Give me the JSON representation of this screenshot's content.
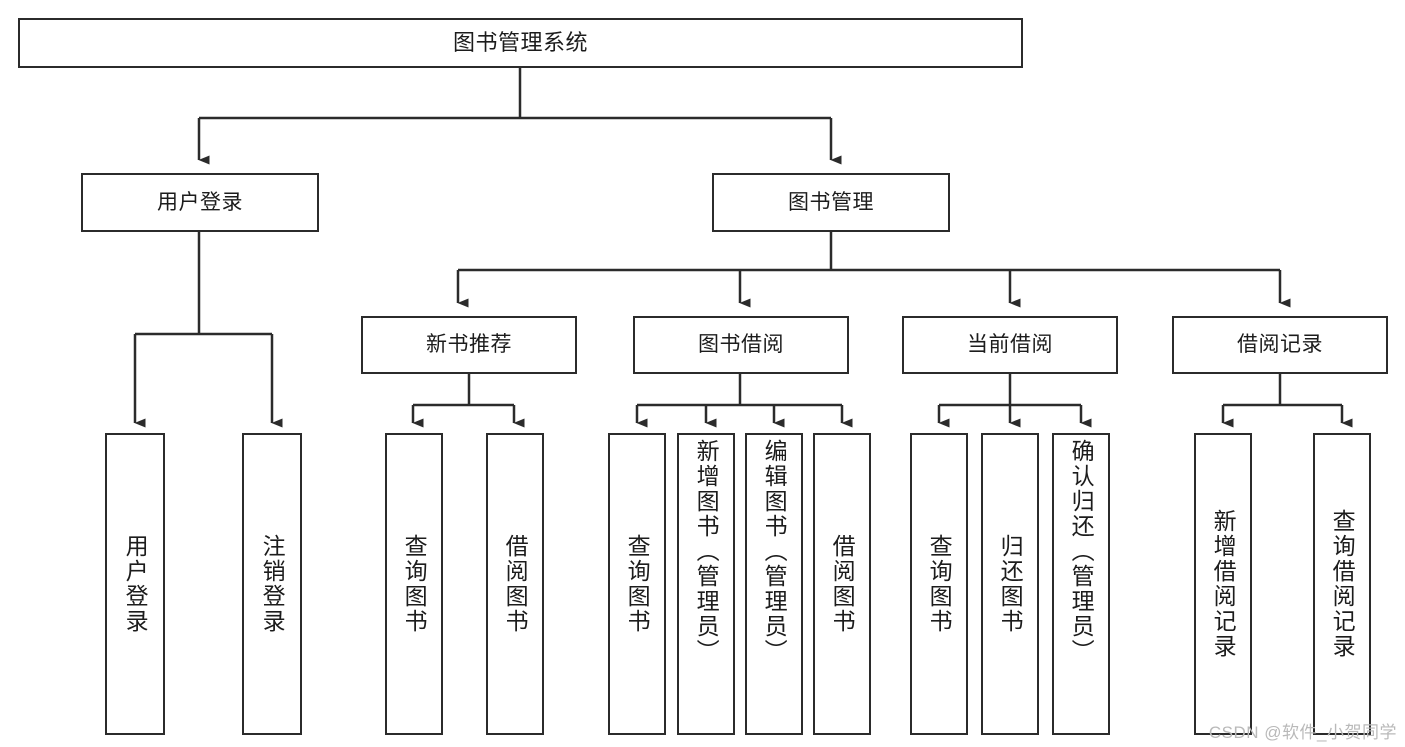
{
  "diagram": {
    "title": "图书管理系统",
    "type": "tree-diagram",
    "watermark": "CSDN @软件_小贺同学",
    "colors": {
      "stroke": "#2b2b2b",
      "fill": "#ffffff",
      "text": "#1c1c1c",
      "watermark": "#b9b9b9"
    },
    "levels": {
      "root": {
        "label": "图书管理系统"
      },
      "level2": [
        {
          "label": "用户登录"
        },
        {
          "label": "图书管理"
        }
      ],
      "level3": [
        {
          "label": "新书推荐"
        },
        {
          "label": "图书借阅"
        },
        {
          "label": "当前借阅"
        },
        {
          "label": "借阅记录"
        }
      ],
      "leaves": {
        "user_login": [
          {
            "label": "用户登录"
          },
          {
            "label": "注销登录"
          }
        ],
        "new_book_rec": [
          {
            "label": "查询图书"
          },
          {
            "label": "借阅图书"
          }
        ],
        "book_borrow": [
          {
            "label": "查询图书"
          },
          {
            "label": "新增图书（管理员）"
          },
          {
            "label": "编辑图书（管理员）"
          },
          {
            "label": "借阅图书"
          }
        ],
        "current_borrow": [
          {
            "label": "查询图书"
          },
          {
            "label": "归还图书"
          },
          {
            "label": "确认归还（管理员）"
          }
        ],
        "borrow_record": [
          {
            "label": "新增借阅记录"
          },
          {
            "label": "查询借阅记录"
          }
        ]
      }
    }
  }
}
